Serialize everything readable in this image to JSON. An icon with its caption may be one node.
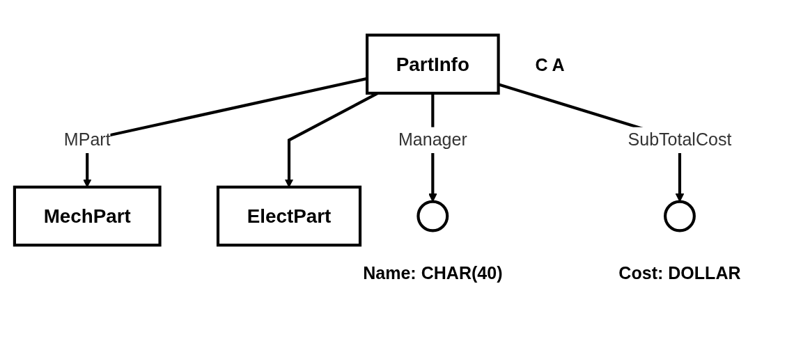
{
  "diagram": {
    "nodes": [
      {
        "text": [
          "PartInfo"
        ],
        "beside": [
          "C A"
        ]
      },
      {
        "text": [
          "MechPart"
        ]
      },
      {
        "text": [
          "ElectPart"
        ]
      },
      {
        "text": [],
        "shape": "circle",
        "beside": [
          "Name: CHAR(40)"
        ]
      },
      {
        "text": [],
        "shape": "circle",
        "beside": [
          "Cost: DOLLAR"
        ]
      }
    ],
    "edges": [
      {
        "from": 0,
        "to": 1,
        "arrow": "to",
        "label": "MPart"
      },
      {
        "from": 0,
        "to": 2,
        "arrow": "to"
      },
      {
        "from": 0,
        "to": 3,
        "arrow": "to",
        "label": "Manager"
      },
      {
        "from": 0,
        "to": 4,
        "arrow": "to",
        "label": "SubTotalCost"
      }
    ]
  }
}
